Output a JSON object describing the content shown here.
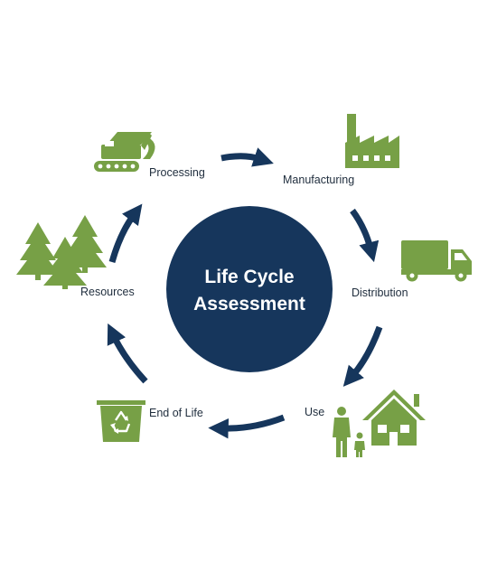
{
  "center": {
    "line1": "Life Cycle",
    "line2": "Assessment"
  },
  "stages": {
    "processing": {
      "label": "Processing",
      "icon": "excavator-icon"
    },
    "manufacturing": {
      "label": "Manufacturing",
      "icon": "factory-icon"
    },
    "distribution": {
      "label": "Distribution",
      "icon": "truck-icon"
    },
    "use": {
      "label": "Use",
      "icon": "family-house-icon"
    },
    "end_of_life": {
      "label": "End of Life",
      "icon": "recycle-bin-icon"
    },
    "resources": {
      "label": "Resources",
      "icon": "trees-icon"
    }
  },
  "colors": {
    "navy": "#16365c",
    "green": "#77a046",
    "text": "#1f2d3d"
  }
}
